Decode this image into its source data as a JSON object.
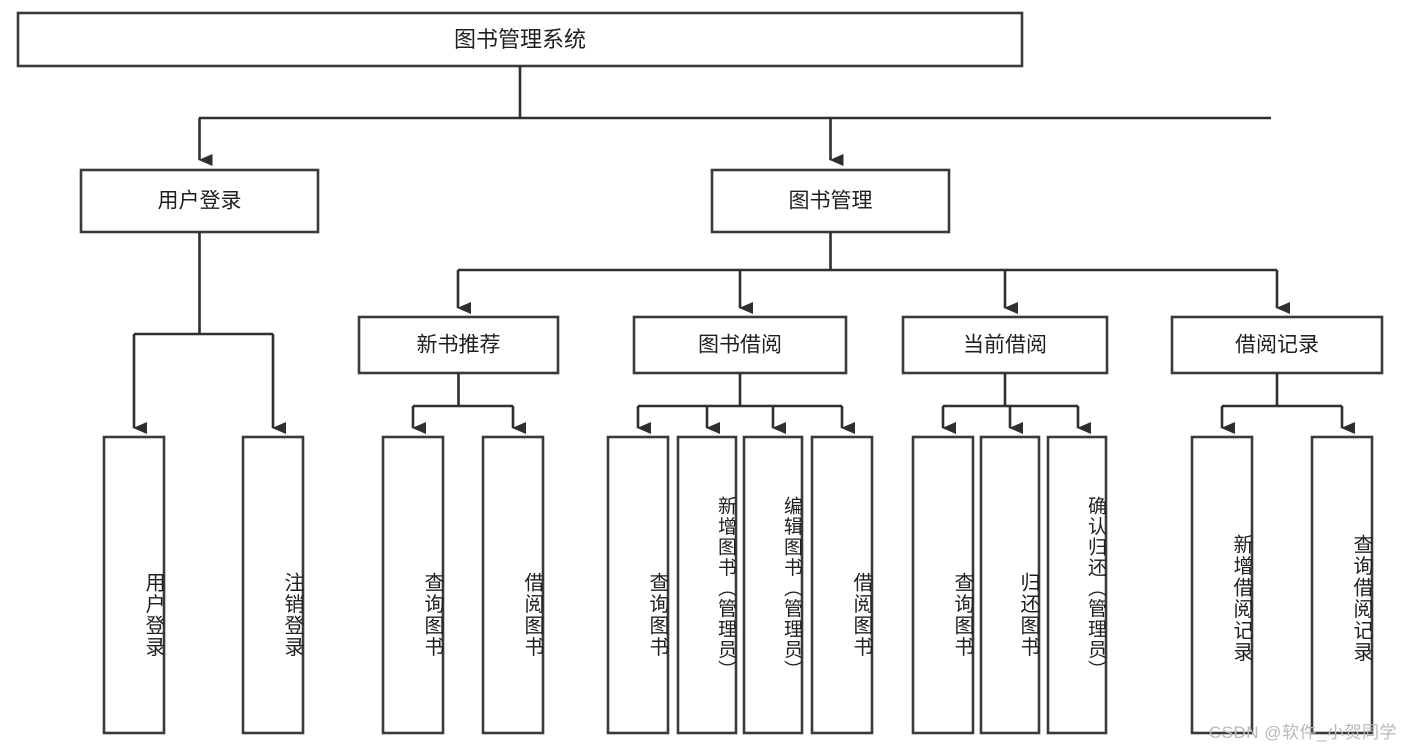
{
  "diagram": {
    "kind": "tree-hierarchy",
    "title_node": {
      "id": "root",
      "label": "图书管理系统",
      "orientation": "horizontal"
    },
    "level1": [
      {
        "id": "user-login",
        "label": "用户登录",
        "orientation": "horizontal"
      },
      {
        "id": "book-manage",
        "label": "图书管理",
        "orientation": "horizontal"
      }
    ],
    "level2": [
      {
        "id": "new-book-rec",
        "label": "新书推荐",
        "orientation": "horizontal",
        "parent": "book-manage"
      },
      {
        "id": "book-borrow",
        "label": "图书借阅",
        "orientation": "horizontal",
        "parent": "book-manage"
      },
      {
        "id": "current-borrow",
        "label": "当前借阅",
        "orientation": "horizontal",
        "parent": "book-manage"
      },
      {
        "id": "borrow-record",
        "label": "借阅记录",
        "orientation": "horizontal",
        "parent": "book-manage"
      }
    ],
    "leaves": {
      "user-login": [
        {
          "id": "leaf-user-login",
          "label": "用户登录"
        },
        {
          "id": "leaf-user-logout",
          "label": "注销登录"
        }
      ],
      "new-book-rec": [
        {
          "id": "leaf-query-book-1",
          "label": "查询图书"
        },
        {
          "id": "leaf-borrow-book-1",
          "label": "借阅图书"
        }
      ],
      "book-borrow": [
        {
          "id": "leaf-query-book-2",
          "label": "查询图书"
        },
        {
          "id": "leaf-add-book",
          "label": "新增图书（管理员）"
        },
        {
          "id": "leaf-edit-book",
          "label": "编辑图书（管理员）"
        },
        {
          "id": "leaf-borrow-book-2",
          "label": "借阅图书"
        }
      ],
      "current-borrow": [
        {
          "id": "leaf-query-book-3",
          "label": "查询图书"
        },
        {
          "id": "leaf-return-book",
          "label": "归还图书"
        },
        {
          "id": "leaf-confirm-return",
          "label": "确认归还（管理员）"
        }
      ],
      "borrow-record": [
        {
          "id": "leaf-add-record",
          "label": "新增借阅记录"
        },
        {
          "id": "leaf-query-record",
          "label": "查询借阅记录"
        }
      ]
    },
    "colors": {
      "box_stroke": "#3a3a3a",
      "connector": "#2f2f2f",
      "box_fill": "#ffffff",
      "text": "#1f1f1f",
      "background": "#ffffff",
      "watermark": "#b9b9b9"
    }
  },
  "watermark": {
    "text": "CSDN @软件_小贺同学"
  }
}
